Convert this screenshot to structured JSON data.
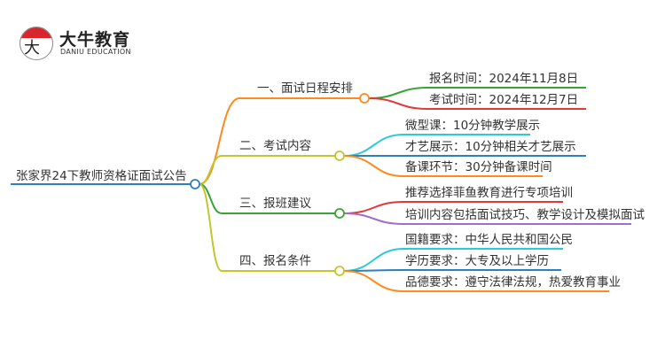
{
  "logo": {
    "mark_text": "大牛",
    "title": "大牛教育",
    "subtitle": "DANIU EDUCATION"
  },
  "root": {
    "label": "张家界24下教师资格证面试公告",
    "color": "#2d7fc1"
  },
  "branches": [
    {
      "label": "一、面试日程安排",
      "color": "#ff8a1f",
      "leaves": [
        {
          "label": "报名时间：2024年11月8日",
          "color": "#3aa335"
        },
        {
          "label": "考试时间：2024年12月7日",
          "color": "#e03a3a"
        }
      ]
    },
    {
      "label": "二、考试内容",
      "color": "#c5c52e",
      "leaves": [
        {
          "label": "微型课：10分钟教学展示",
          "color": "#2ec9d6"
        },
        {
          "label": "才艺展示：10分钟相关才艺展示",
          "color": "#2d7fc1"
        },
        {
          "label": "备课环节：30分钟备课时间",
          "color": "#ff8a1f"
        }
      ]
    },
    {
      "label": "三、报班建议",
      "color": "#3aa335",
      "leaves": [
        {
          "label": "推荐选择菲鱼教育进行专项培训",
          "color": "#e03a3a"
        },
        {
          "label": "培训内容包括面试技巧、教学设计及模拟面试",
          "color": "#a070c8"
        }
      ]
    },
    {
      "label": "四、报名条件",
      "color": "#c5c52e",
      "leaves": [
        {
          "label": "国籍要求：中华人民共和国公民",
          "color": "#2ec9d6"
        },
        {
          "label": "学历要求：大专及以上学历",
          "color": "#2d7fc1"
        },
        {
          "label": "品德要求：遵守法律法规，热爱教育事业",
          "color": "#ff8a1f"
        }
      ]
    }
  ]
}
